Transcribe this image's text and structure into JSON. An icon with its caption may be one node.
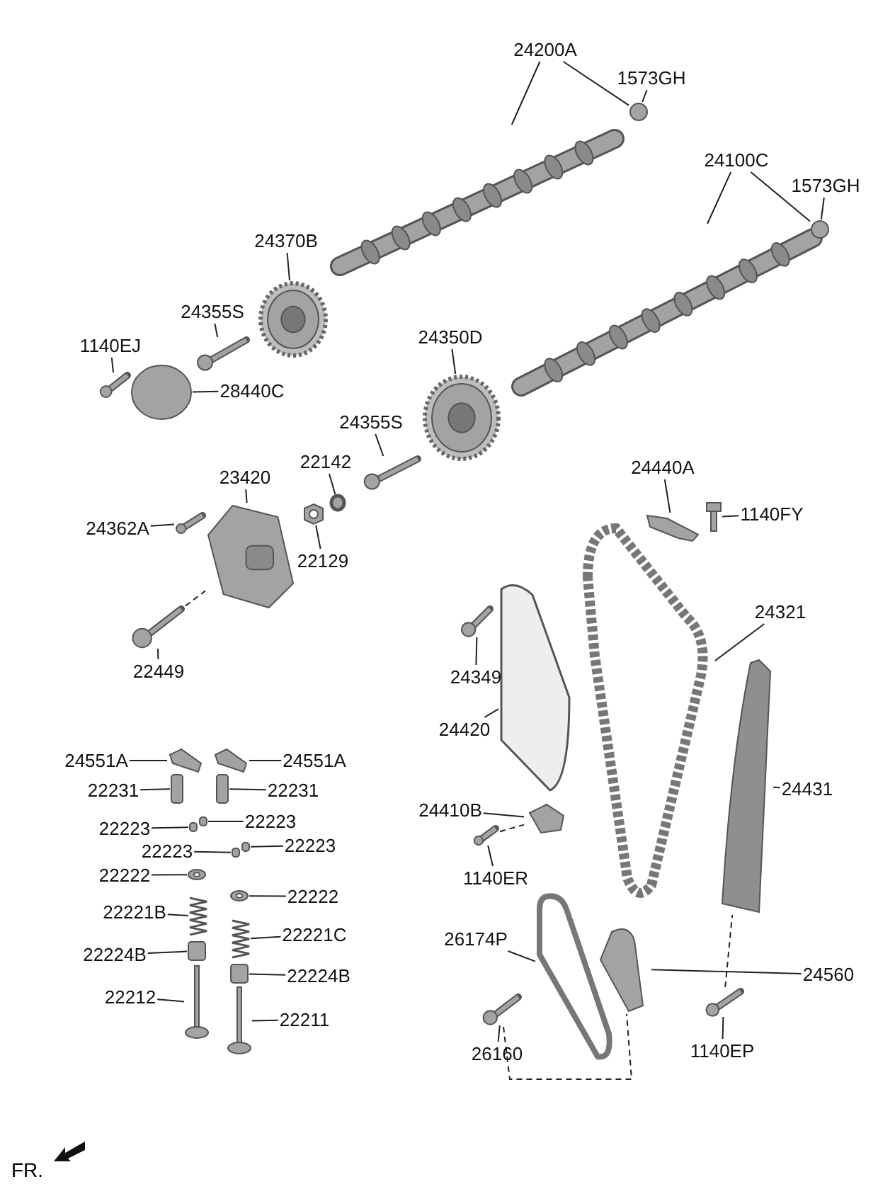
{
  "diagram": {
    "nodes": [
      {
        "text": [
          "24200A"
        ]
      },
      {
        "text": [],
        "shape": "picture"
      },
      {
        "text": [
          "1573GH"
        ]
      },
      {
        "text": [],
        "shape": "circle"
      },
      {
        "text": [
          "24100C"
        ]
      },
      {
        "text": [],
        "shape": "picture"
      },
      {
        "text": [
          "1573GH"
        ]
      },
      {
        "text": [],
        "shape": "circle"
      },
      {
        "text": [
          "24370B"
        ]
      },
      {
        "text": [],
        "shape": "picture"
      },
      {
        "text": [
          "24355S"
        ]
      },
      {
        "text": [],
        "shape": "picture"
      },
      {
        "text": [
          "1140EJ"
        ]
      },
      {
        "text": [],
        "shape": "picture"
      },
      {
        "text": [
          "28440C"
        ]
      },
      {
        "text": [],
        "shape": "circle"
      },
      {
        "text": [
          "24350D"
        ]
      },
      {
        "text": [],
        "shape": "picture"
      },
      {
        "text": [
          "24355S"
        ]
      },
      {
        "text": [],
        "shape": "picture"
      },
      {
        "text": [
          "22142"
        ]
      },
      {
        "text": [],
        "shape": "circle"
      },
      {
        "text": [
          "23420"
        ]
      },
      {
        "text": [],
        "shape": "picture"
      },
      {
        "text": [
          "24362A"
        ]
      },
      {
        "text": [],
        "shape": "picture"
      },
      {
        "text": [
          "22129"
        ]
      },
      {
        "text": [],
        "shape": "picture"
      },
      {
        "text": [
          "22449"
        ]
      },
      {
        "text": [],
        "shape": "picture"
      },
      {
        "text": [
          "24440A"
        ]
      },
      {
        "text": [],
        "shape": "picture"
      },
      {
        "text": [
          "1140FY"
        ]
      },
      {
        "text": [],
        "shape": "picture"
      },
      {
        "text": [
          "24321"
        ]
      },
      {
        "text": [],
        "shape": "picture"
      },
      {
        "text": [
          "24349"
        ]
      },
      {
        "text": [],
        "shape": "picture"
      },
      {
        "text": [
          "24420"
        ]
      },
      {
        "text": [],
        "shape": "picture"
      },
      {
        "text": [
          "24551A"
        ]
      },
      {
        "text": [],
        "shape": "picture"
      },
      {
        "text": [
          "24551A"
        ]
      },
      {
        "text": [],
        "shape": "picture"
      },
      {
        "text": [
          "22231"
        ]
      },
      {
        "text": [],
        "shape": "box"
      },
      {
        "text": [
          "22231"
        ]
      },
      {
        "text": [],
        "shape": "box"
      },
      {
        "text": [
          "22223"
        ]
      },
      {
        "text": [],
        "shape": "box"
      },
      {
        "text": [
          "22223"
        ]
      },
      {
        "text": [],
        "shape": "box"
      },
      {
        "text": [
          "22223"
        ]
      },
      {
        "text": [],
        "shape": "box"
      },
      {
        "text": [
          "22223"
        ]
      },
      {
        "text": [],
        "shape": "box"
      },
      {
        "text": [
          "22222"
        ]
      },
      {
        "text": [],
        "shape": "picture"
      },
      {
        "text": [
          "22222"
        ]
      },
      {
        "text": [],
        "shape": "picture"
      },
      {
        "text": [
          "22221B"
        ]
      },
      {
        "text": [],
        "shape": "picture"
      },
      {
        "text": [
          "22221C"
        ]
      },
      {
        "text": [],
        "shape": "picture"
      },
      {
        "text": [
          "22224B"
        ]
      },
      {
        "text": [],
        "shape": "box"
      },
      {
        "text": [
          "22224B"
        ]
      },
      {
        "text": [],
        "shape": "box"
      },
      {
        "text": [
          "22212"
        ]
      },
      {
        "text": [],
        "shape": "picture"
      },
      {
        "text": [
          "22211"
        ]
      },
      {
        "text": [],
        "shape": "picture"
      },
      {
        "text": [
          "24410B"
        ]
      },
      {
        "text": [],
        "shape": "picture"
      },
      {
        "text": [
          "24431"
        ]
      },
      {
        "text": [],
        "shape": "picture"
      },
      {
        "text": [
          "1140ER"
        ]
      },
      {
        "text": [],
        "shape": "picture"
      },
      {
        "text": [
          "26174P"
        ]
      },
      {
        "text": [],
        "shape": "picture"
      },
      {
        "text": [
          "24560"
        ]
      },
      {
        "text": [],
        "shape": "picture"
      },
      {
        "text": [
          "26160"
        ]
      },
      {
        "text": [],
        "shape": "picture"
      },
      {
        "text": [
          "1140EP"
        ]
      },
      {
        "text": [],
        "shape": "picture"
      }
    ],
    "edges": [
      {
        "from": 0,
        "to": 1,
        "arrow": "none"
      },
      {
        "from": 0,
        "to": 3,
        "arrow": "none"
      },
      {
        "from": 2,
        "to": 3,
        "arrow": "none"
      },
      {
        "from": 4,
        "to": 5,
        "arrow": "none"
      },
      {
        "from": 4,
        "to": 7,
        "arrow": "none"
      },
      {
        "from": 6,
        "to": 7,
        "arrow": "none"
      },
      {
        "from": 8,
        "to": 9,
        "arrow": "none"
      },
      {
        "from": 10,
        "to": 11,
        "arrow": "none"
      },
      {
        "from": 12,
        "to": 13,
        "arrow": "none"
      },
      {
        "from": 14,
        "to": 15,
        "arrow": "none"
      },
      {
        "from": 16,
        "to": 17,
        "arrow": "none"
      },
      {
        "from": 18,
        "to": 19,
        "arrow": "none"
      },
      {
        "from": 20,
        "to": 21,
        "arrow": "none"
      },
      {
        "from": 22,
        "to": 23,
        "arrow": "none"
      },
      {
        "from": 24,
        "to": 25,
        "arrow": "none"
      },
      {
        "from": 26,
        "to": 27,
        "arrow": "none"
      },
      {
        "from": 28,
        "to": 29,
        "arrow": "none"
      },
      {
        "from": 30,
        "to": 31,
        "arrow": "none"
      },
      {
        "from": 32,
        "to": 33,
        "arrow": "none"
      },
      {
        "from": 34,
        "to": 35,
        "arrow": "none"
      },
      {
        "from": 36,
        "to": 37,
        "arrow": "none"
      },
      {
        "from": 38,
        "to": 39,
        "arrow": "none"
      },
      {
        "from": 40,
        "to": 41,
        "arrow": "none"
      },
      {
        "from": 42,
        "to": 43,
        "arrow": "none"
      },
      {
        "from": 44,
        "to": 45,
        "arrow": "none"
      },
      {
        "from": 46,
        "to": 47,
        "arrow": "none"
      },
      {
        "from": 48,
        "to": 49,
        "arrow": "none"
      },
      {
        "from": 50,
        "to": 51,
        "arrow": "none"
      },
      {
        "from": 52,
        "to": 53,
        "arrow": "none"
      },
      {
        "from": 54,
        "to": 55,
        "arrow": "none"
      },
      {
        "from": 56,
        "to": 57,
        "arrow": "none"
      },
      {
        "from": 58,
        "to": 59,
        "arrow": "none"
      },
      {
        "from": 60,
        "to": 61,
        "arrow": "none"
      },
      {
        "from": 62,
        "to": 63,
        "arrow": "none"
      },
      {
        "from": 64,
        "to": 65,
        "arrow": "none"
      },
      {
        "from": 66,
        "to": 67,
        "arrow": "none"
      },
      {
        "from": 68,
        "to": 69,
        "arrow": "none"
      },
      {
        "from": 70,
        "to": 71,
        "arrow": "none"
      },
      {
        "from": 72,
        "to": 73,
        "arrow": "none"
      },
      {
        "from": 74,
        "to": 75,
        "arrow": "none"
      },
      {
        "from": 76,
        "to": 77,
        "arrow": "none"
      },
      {
        "from": 78,
        "to": 79,
        "arrow": "none"
      },
      {
        "from": 80,
        "to": 81,
        "arrow": "none"
      },
      {
        "from": 82,
        "to": 83,
        "arrow": "none"
      },
      {
        "from": 84,
        "to": 85,
        "arrow": "none"
      },
      {
        "from": 29,
        "to": 23,
        "arrow": "none",
        "style": "dashed"
      },
      {
        "from": 77,
        "to": 73,
        "arrow": "none",
        "style": "dashed"
      },
      {
        "from": 83,
        "to": 81,
        "arrow": "none",
        "style": "dashed"
      },
      {
        "from": 85,
        "to": 75,
        "arrow": "none",
        "style": "dashed"
      }
    ],
    "labels": [
      "FR."
    ]
  }
}
